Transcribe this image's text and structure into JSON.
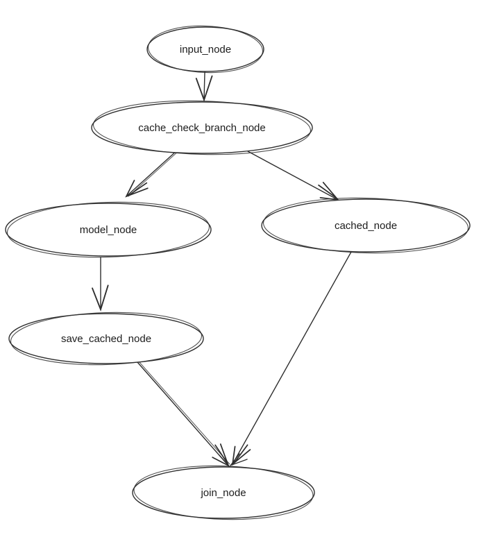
{
  "diagram": {
    "type": "flowchart-hand-drawn",
    "background_color": "#ffffff",
    "stroke_color": "#2e2e2e",
    "text_color": "#1b1b1b",
    "nodes": [
      {
        "id": "input_node",
        "label": "input_node"
      },
      {
        "id": "cache_check_branch_node",
        "label": "cache_check_branch_node"
      },
      {
        "id": "model_node",
        "label": "model_node"
      },
      {
        "id": "cached_node",
        "label": "cached_node"
      },
      {
        "id": "save_cached_node",
        "label": "save_cached_node"
      },
      {
        "id": "join_node",
        "label": "join_node"
      }
    ],
    "edges": [
      {
        "from": "input_node",
        "to": "cache_check_branch_node"
      },
      {
        "from": "cache_check_branch_node",
        "to": "model_node"
      },
      {
        "from": "cache_check_branch_node",
        "to": "cached_node"
      },
      {
        "from": "model_node",
        "to": "save_cached_node"
      },
      {
        "from": "save_cached_node",
        "to": "join_node"
      },
      {
        "from": "cached_node",
        "to": "join_node"
      }
    ]
  }
}
